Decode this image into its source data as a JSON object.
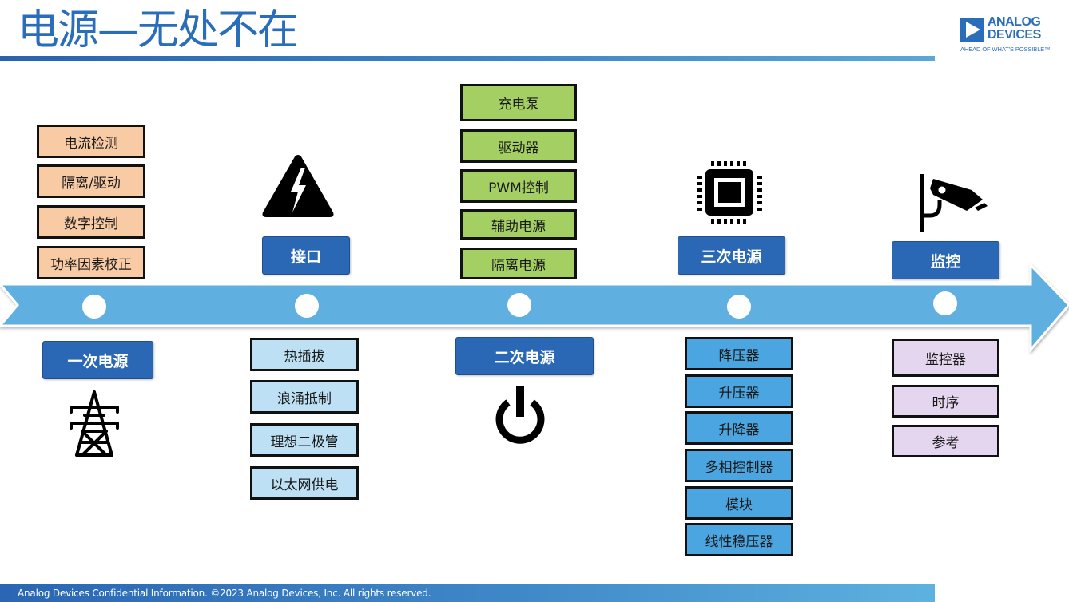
{
  "title": "电源—无处不在",
  "logo": {
    "line1": "ANALOG",
    "line2": "DEVICES",
    "tagline": "AHEAD OF WHAT'S POSSIBLE™"
  },
  "colors": {
    "title_blue": "#2a6ebb",
    "category_blue": "#2a67b4",
    "arrow_blue": "#5eb0e0",
    "orange_box": "#f8cba5",
    "green_box": "#a4cf63",
    "light_blue_box": "#bde0f4",
    "medium_blue_box": "#4aa5e0",
    "purple_box": "#e5d6ef"
  },
  "categories": [
    {
      "label": "一次电源",
      "icon": "power-tower-icon",
      "items": [
        "电流检测",
        "隔离/驱动",
        "数字控制",
        "功率因素校正"
      ]
    },
    {
      "label": "接口",
      "icon": "high-voltage-warning-icon",
      "items": [
        "热插拔",
        "浪涌抵制",
        "理想二极管",
        "以太网供电"
      ]
    },
    {
      "label": "二次电源",
      "icon": "power-button-icon",
      "items": [
        "充电泵",
        "驱动器",
        "PWM控制",
        "辅助电源",
        "隔离电源"
      ]
    },
    {
      "label": "三次电源",
      "icon": "chip-icon",
      "items": [
        "降压器",
        "升压器",
        "升降器",
        "多相控制器",
        "模块",
        "线性稳压器"
      ]
    },
    {
      "label": "监控",
      "icon": "security-camera-icon",
      "items": [
        "监控器",
        "时序",
        "参考"
      ]
    }
  ],
  "footer": "Analog Devices Confidential Information. ©2023 Analog Devices, Inc. All rights reserved."
}
